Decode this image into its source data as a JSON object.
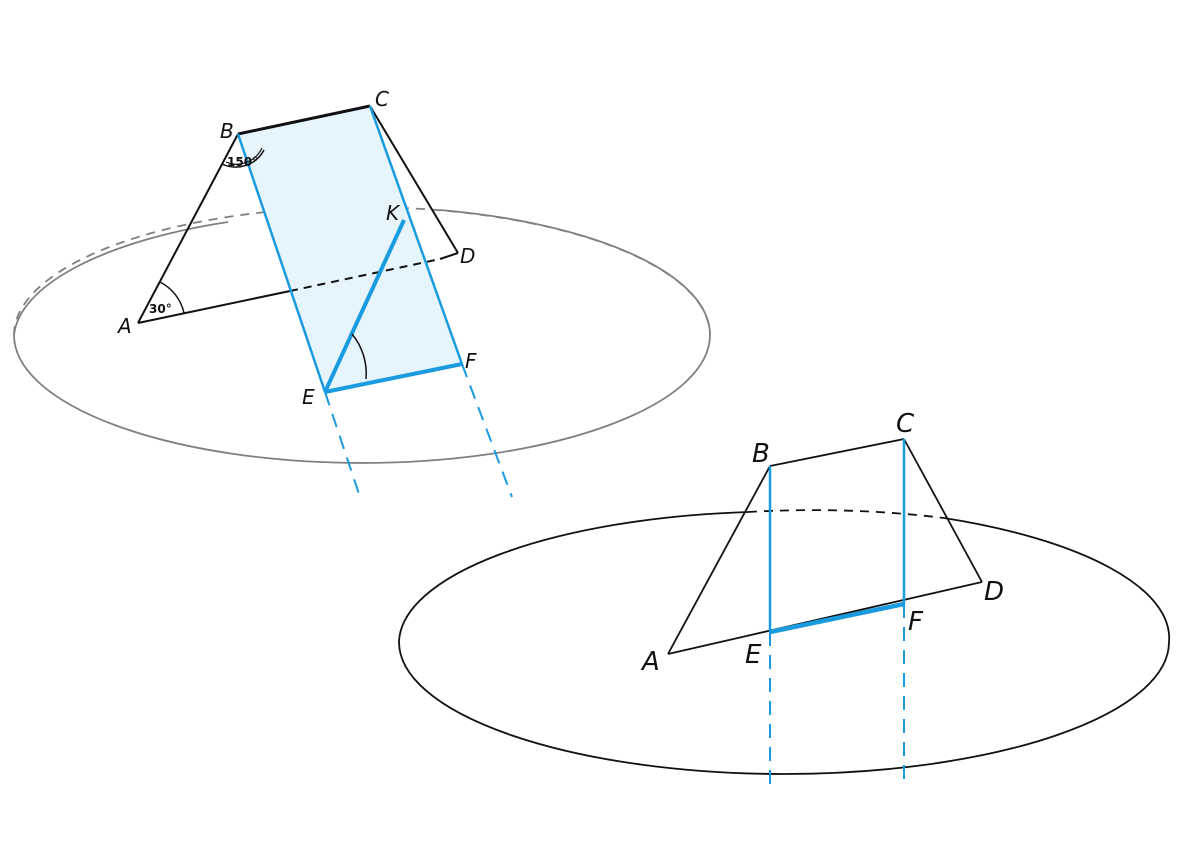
{
  "colors": {
    "edge": "#111111",
    "plane_top": "#808080",
    "plane_bottom": "#111111",
    "accent": "#1a9be0",
    "section_fill": "#e6f5fc"
  },
  "figure_top": {
    "labels": {
      "A": "A",
      "B": "B",
      "C": "C",
      "D": "D",
      "E": "E",
      "F": "F",
      "K": "K"
    },
    "angle_B": "150°",
    "angle_A": "30°"
  },
  "figure_bottom": {
    "labels": {
      "A": "A",
      "B": "B",
      "C": "C",
      "D": "D",
      "E": "E",
      "F": "F"
    }
  }
}
